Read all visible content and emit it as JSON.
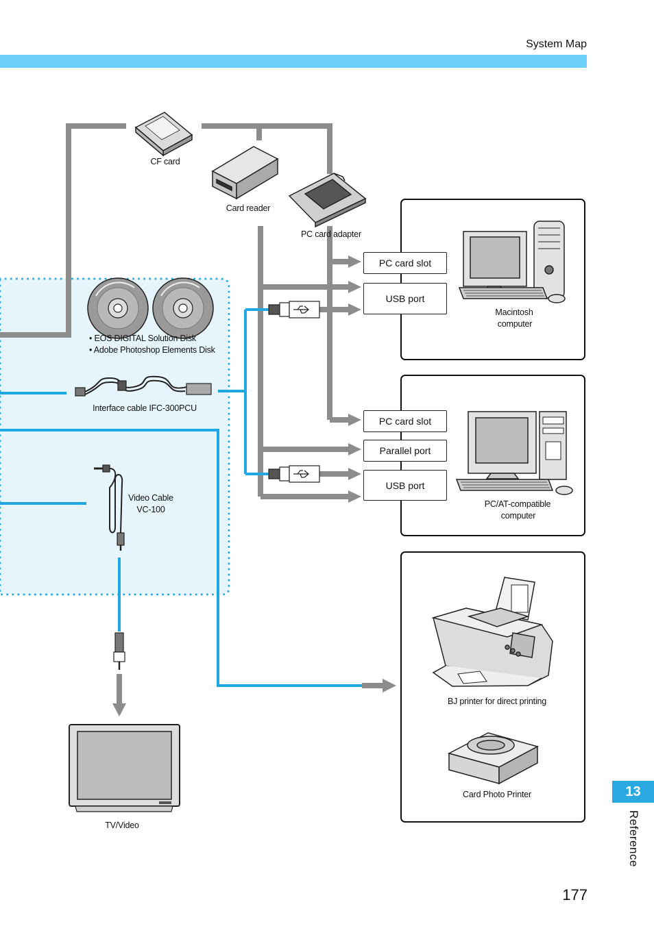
{
  "header": {
    "title": "System Map",
    "bar_color": "#6ccff6"
  },
  "accessories": {
    "cf_card": "CF card",
    "card_reader": "Card reader",
    "pc_card_adapter": "PC card adapter",
    "disk_line1": "• EOS DIGITAL Solution Disk",
    "disk_line2": "• Adobe Photoshop Elements Disk",
    "interface_cable": "Interface cable IFC-300PCU",
    "video_cable_line1": "Video Cable",
    "video_cable_line2": "VC-100",
    "tv": "TV/Video"
  },
  "macintosh": {
    "label_line1": "Macintosh",
    "label_line2": "computer",
    "ports": [
      "PC card slot",
      "USB port"
    ]
  },
  "pc": {
    "label_line1": "PC/AT-compatible",
    "label_line2": "computer",
    "ports": [
      "PC card slot",
      "Parallel port",
      "USB port"
    ]
  },
  "printers": {
    "bj": "BJ printer for direct printing",
    "card_photo": "Card Photo Printer"
  },
  "sidebar": {
    "chapter_number": "13",
    "section": "Reference"
  },
  "footer": {
    "page_number": "177"
  },
  "colors": {
    "gray_line": "#8c8c8c",
    "blue_line": "#1ea7e1",
    "panel_fill": "#e6f4fb",
    "dots": "#29a9e0"
  }
}
